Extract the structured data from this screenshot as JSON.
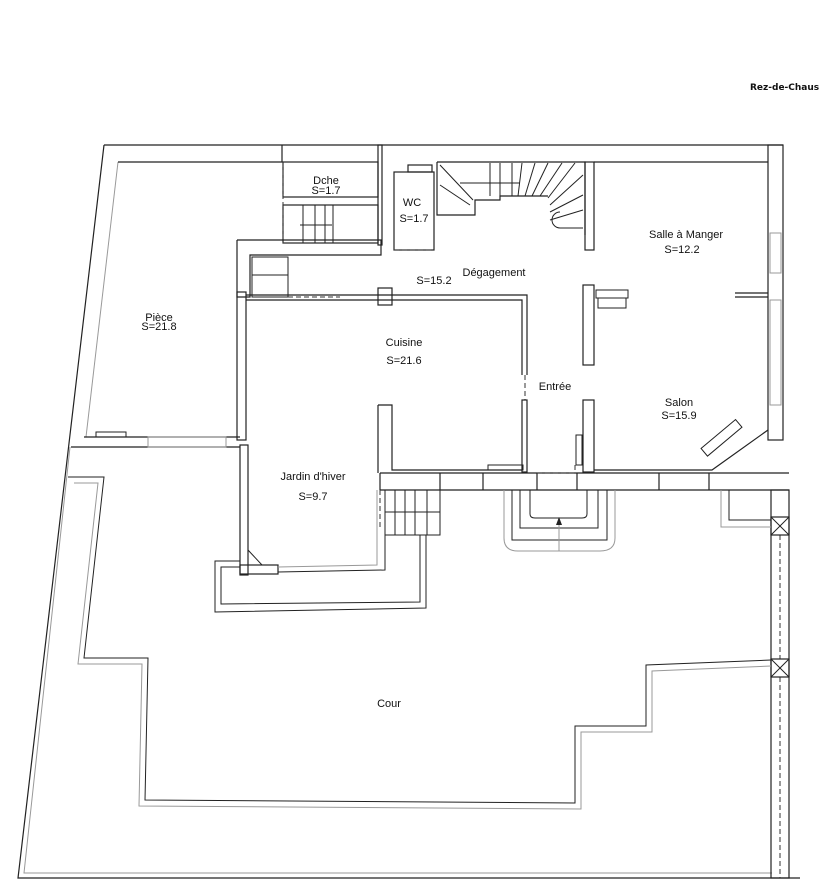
{
  "plan": {
    "title": "Rez-de-Chaus",
    "rooms": {
      "dche": {
        "name": "Dche",
        "area": "S=1.7"
      },
      "wc": {
        "name": "WC",
        "area": "S=1.7"
      },
      "degagement": {
        "name": "Dégagement",
        "area": "S=15.2"
      },
      "salle_a_manger": {
        "name": "Salle à Manger",
        "area": "S=12.2"
      },
      "piece": {
        "name": "Pièce",
        "area": "S=21.8"
      },
      "cuisine": {
        "name": "Cuisine",
        "area": "S=21.6"
      },
      "entree": {
        "name": "Entrée"
      },
      "salon": {
        "name": "Salon",
        "area": "S=15.9"
      },
      "jardin_hiver": {
        "name": "Jardin d'hiver",
        "area": "S=9.7"
      },
      "cour": {
        "name": "Cour"
      }
    }
  }
}
